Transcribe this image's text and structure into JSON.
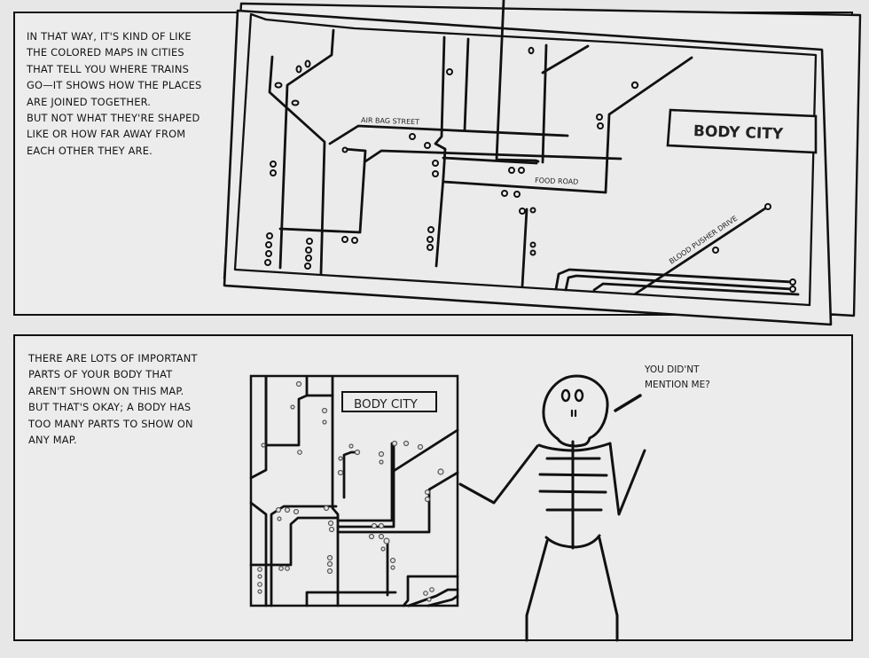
{
  "panel_top": {
    "caption_lines": [
      "In that way, it's kind of like",
      "the colored maps in cities",
      "that tell you where trains",
      "go—it shows how the places",
      "are joined together.",
      "But not what they're shaped",
      "like or how far away from",
      "each other they are."
    ],
    "map": {
      "title": "Body City",
      "street_labels": {
        "air_bag": "Air Bag Street",
        "food": "Food Road",
        "blood": "Blood Pusher Drive"
      }
    }
  },
  "panel_bottom": {
    "caption_lines": [
      "There are lots of important",
      "parts of your body that",
      "aren't shown on this map.",
      "But that's okay; a body has",
      "too many parts to show on",
      "any map."
    ],
    "map": {
      "title": "Body City"
    },
    "speech_lines": [
      "You did'nt",
      "mention me?"
    ]
  },
  "colors": {
    "ink": "#111111",
    "paper": "#ececec",
    "background": "#e7e7e7"
  }
}
